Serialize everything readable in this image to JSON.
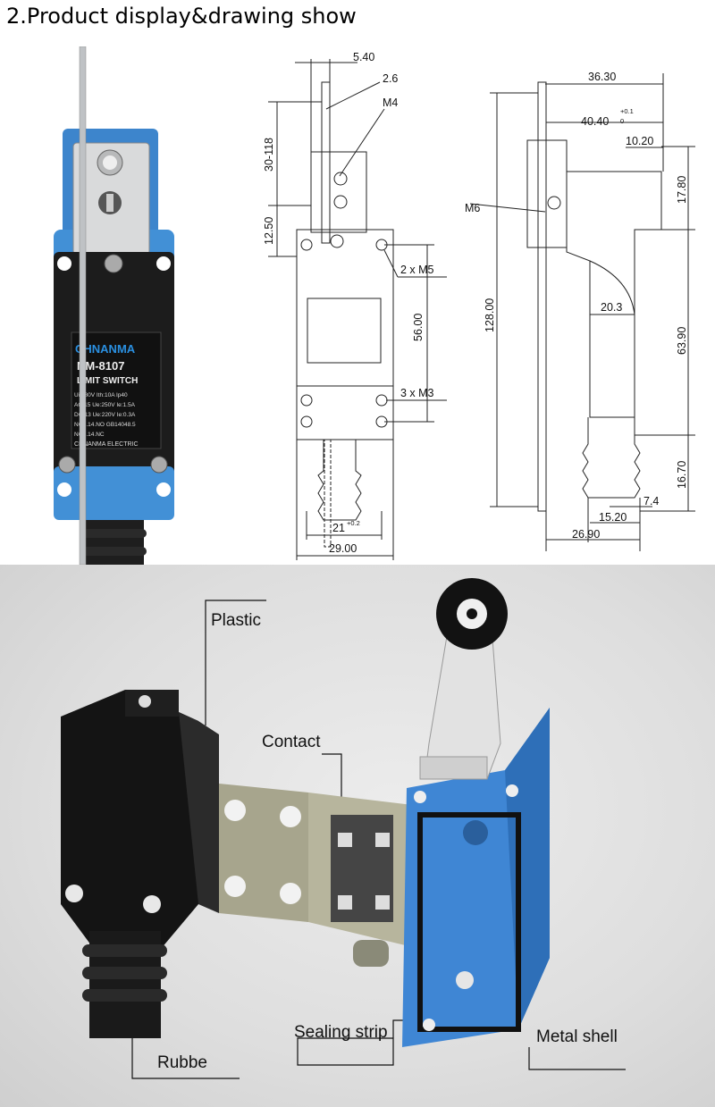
{
  "header": {
    "title": "2.Product display&drawing show"
  },
  "product": {
    "brand": "CHNANMA",
    "model": "NM-8107",
    "type": "LIMIT SWITCH",
    "spec_lines": [
      "Ui:380V  Ith:10A  Ip40",
      "AC-15 Ue:250V  Ie:1.5A",
      "DC-13 Ue:220V  Ie:0.3A",
      "NO3.14.NO  GB14048.5",
      "NO3.14.NC"
    ],
    "maker": "CHNANMA ELECTRIC"
  },
  "drawing": {
    "front": {
      "d_540": "5.40",
      "d_26": "2.6",
      "m4": "M4",
      "d_30118": "30-118",
      "d_1250": "12.50",
      "m5": "2 x M5",
      "d_5600": "56.00",
      "m3": "3 x M3",
      "d_21": "21",
      "d_21_tol": "+0.2",
      "d_2900": "29.00"
    },
    "side": {
      "d_3630": "36.30",
      "d_4040": "40.40",
      "d_4040_tol_up": "+0.1",
      "d_4040_tol_low": "0",
      "d_1020": "10.20",
      "m6": "M6",
      "d_1780": "17.80",
      "d_12800": "128.00",
      "d_203": "20.3",
      "d_6390": "63.90",
      "d_1670": "16.70",
      "d_74": "7.4",
      "d_1520": "15.20",
      "d_2690": "26.90"
    }
  },
  "exploded": {
    "plastic": "Plastic",
    "contact": "Contact",
    "sealing": "Sealing strip",
    "metal": "Metal shell",
    "rubbe": "Rubbe"
  },
  "colors": {
    "body_blue": "#3f86d4",
    "switch_black": "#1a1a1a",
    "contact_tan": "#a8a68e"
  }
}
